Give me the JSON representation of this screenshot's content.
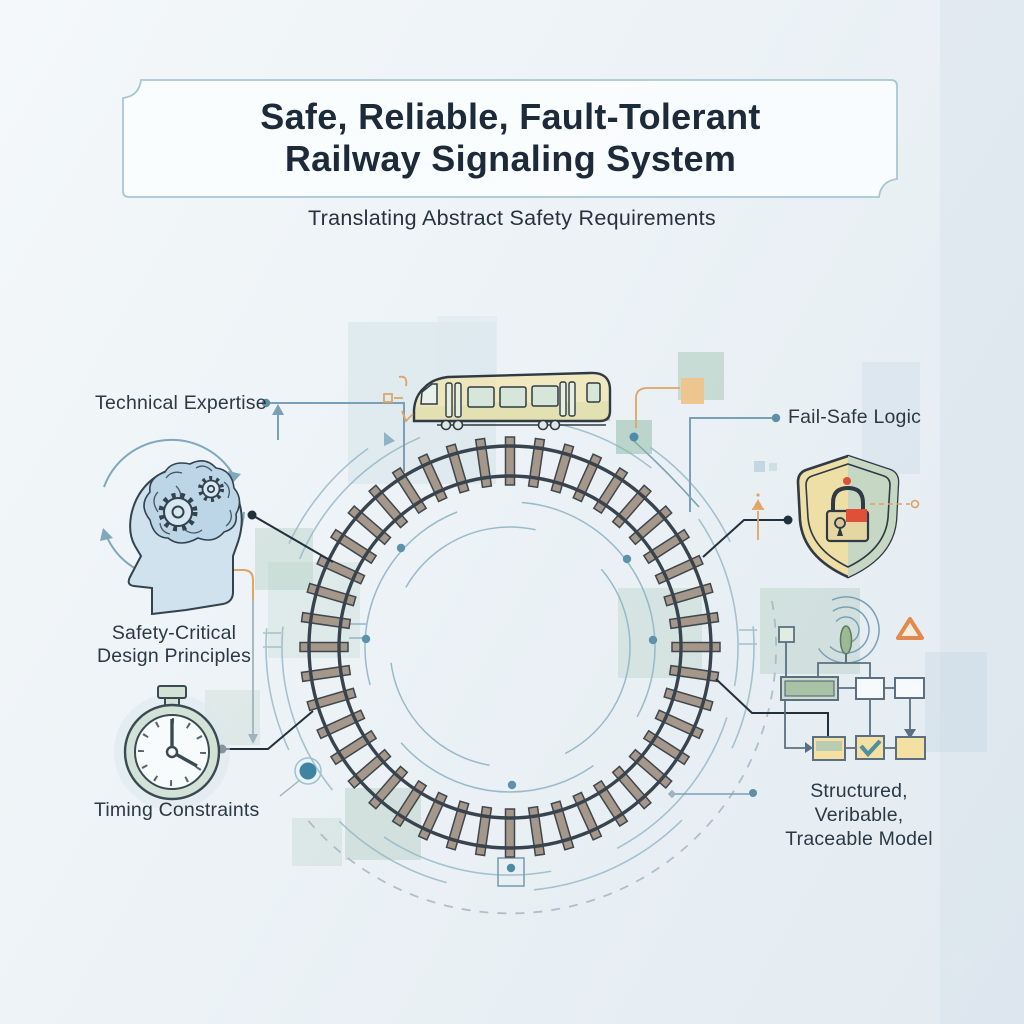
{
  "title": {
    "line1": "Safe, Reliable, Fault-Tolerant",
    "line2": "Railway Signaling System",
    "subtitle": "Translating Abstract Safety Requirements"
  },
  "labels": {
    "technical_expertise": "Technical Expertise",
    "fail_safe_logic": "Fail-Safe Logic",
    "safety_critical_line1": "Safety-Critical",
    "safety_critical_line2": "Design Principles",
    "timing_constraints": "Timing Constraints",
    "structured_line1": "Structured, Veribable,",
    "structured_line2": "Traceable Model"
  },
  "icons": {
    "center": [
      "train-icon",
      "railway-track-icon"
    ],
    "left": [
      "brain-gears-icon",
      "stopwatch-icon"
    ],
    "right": [
      "shield-lock-icon",
      "antenna-icon",
      "flowchart-icon",
      "warning-triangle-icon"
    ],
    "decor": [
      "sparkle-icon"
    ]
  },
  "colors": {
    "title_text": "#1c2a3a",
    "label_text": "#2b3945",
    "box_border": "#a9c6d4",
    "tie": "#a59789",
    "tie_outline": "#3f464d",
    "rail": "#39434e",
    "connector_dark": "#22303c",
    "connector_blue": "#7aa0b5",
    "connector_orange": "#dfa566",
    "accent_red": "#e05038",
    "train_yellow": "#f2e4ac",
    "train_green": "#b9d4c2",
    "shield_yellow": "#eedfa6",
    "shield_green": "#c6d8c4",
    "flow_yellow": "#f3e0a2",
    "flow_green": "#a9c2a6",
    "teal_dot": "#4d8ba6"
  },
  "tracks": {
    "tie_count": 44
  }
}
